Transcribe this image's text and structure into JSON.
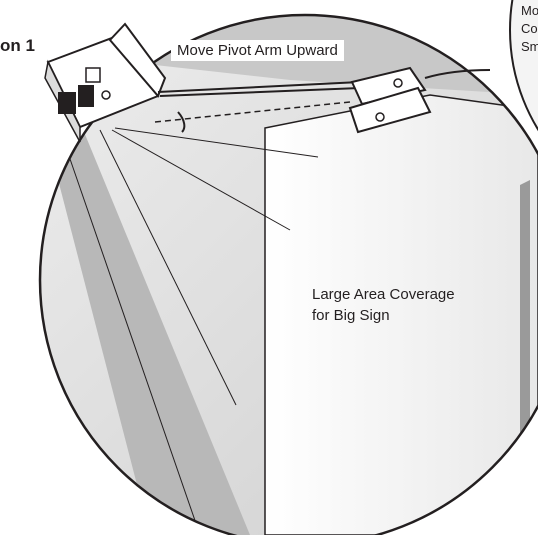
{
  "diagram": {
    "title_fragment": "on 1",
    "callout_top": "Move Pivot Arm Upward",
    "callout_main_line1": "Large Area Coverage",
    "callout_main_line2": "for Big Sign",
    "cutoff_lines": [
      "Mo",
      "Co",
      "Sm"
    ]
  },
  "colors": {
    "line": "#231f20",
    "wall_light": "#f2f2f2",
    "wall_mid": "#d9d9d9",
    "wall_dark": "#bfbfbf",
    "door": "#f7f7f7",
    "paper": "#ffffff"
  }
}
